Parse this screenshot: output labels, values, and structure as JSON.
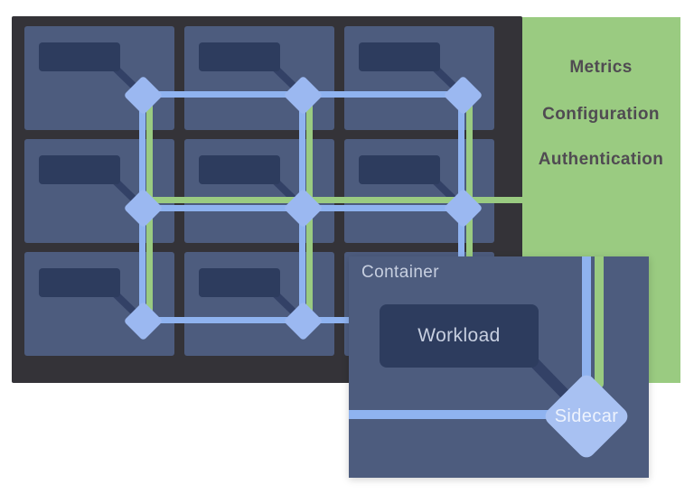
{
  "panel": {
    "items": [
      "Metrics",
      "Configuration",
      "Authentication"
    ]
  },
  "detail": {
    "container_label": "Container",
    "workload_label": "Workload",
    "sidecar_label": "Sidecar"
  },
  "grid": {
    "rows": 3,
    "cols": 3
  },
  "colors": {
    "canvas-bg": "#ffffff",
    "panel-green": "#9acb81",
    "frame-dark": "#343338",
    "cell-blue": "#4d5c7e",
    "workload-navy": "#2d3c5e",
    "connector-navy": "#334166",
    "line-blue": "#8fb3f0",
    "diamond-blue": "#9bb8f1",
    "detail-diamond-blue": "#a8c1f2",
    "panel-text": "#504b52",
    "detail-text": "#c7cfe0",
    "sidecar-text": "#eef3fd"
  }
}
